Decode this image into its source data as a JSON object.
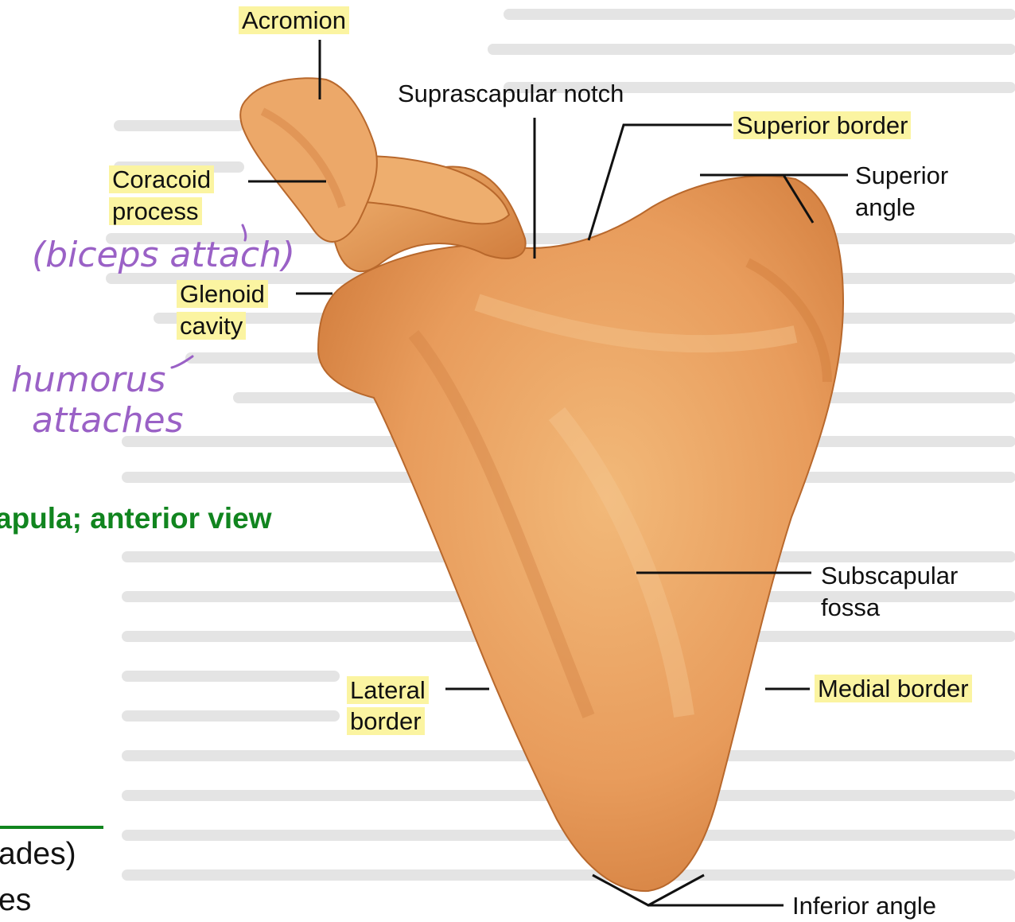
{
  "labels": {
    "acromion": "Acromion",
    "suprascapular_notch": "Suprascapular notch",
    "superior_border": "Superior border",
    "superior_angle_1": "Superior",
    "superior_angle_2": "angle",
    "coracoid_1": "Coracoid",
    "coracoid_2": "process",
    "glenoid_1": "Glenoid",
    "glenoid_2": "cavity",
    "subscapular_1": "Subscapular",
    "subscapular_2": "fossa",
    "lateral_1": "Lateral",
    "lateral_2": "border",
    "medial_border": "Medial border",
    "inferior_angle": "Inferior angle"
  },
  "handwritten": {
    "biceps": "(biceps attach)",
    "humerus_1": "humorus",
    "humerus_2": "attaches"
  },
  "caption": "apula; anterior view",
  "fragments": {
    "line1": "ades)",
    "line2": "es"
  },
  "colors": {
    "highlight": "#fbf4a1",
    "handwriting": "#9a61c6",
    "caption": "#11851f",
    "bone": "#e79f5e"
  }
}
